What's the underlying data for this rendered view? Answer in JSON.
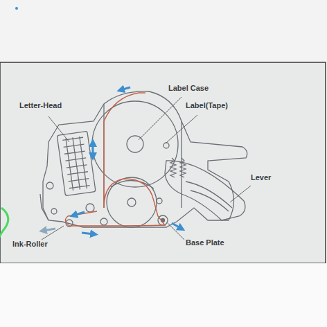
{
  "diagram": {
    "labels": [
      "Label Case",
      "Letter-Head",
      "Label(Tape)",
      "Lever",
      "Ink-Roller",
      "Base Plate"
    ]
  }
}
